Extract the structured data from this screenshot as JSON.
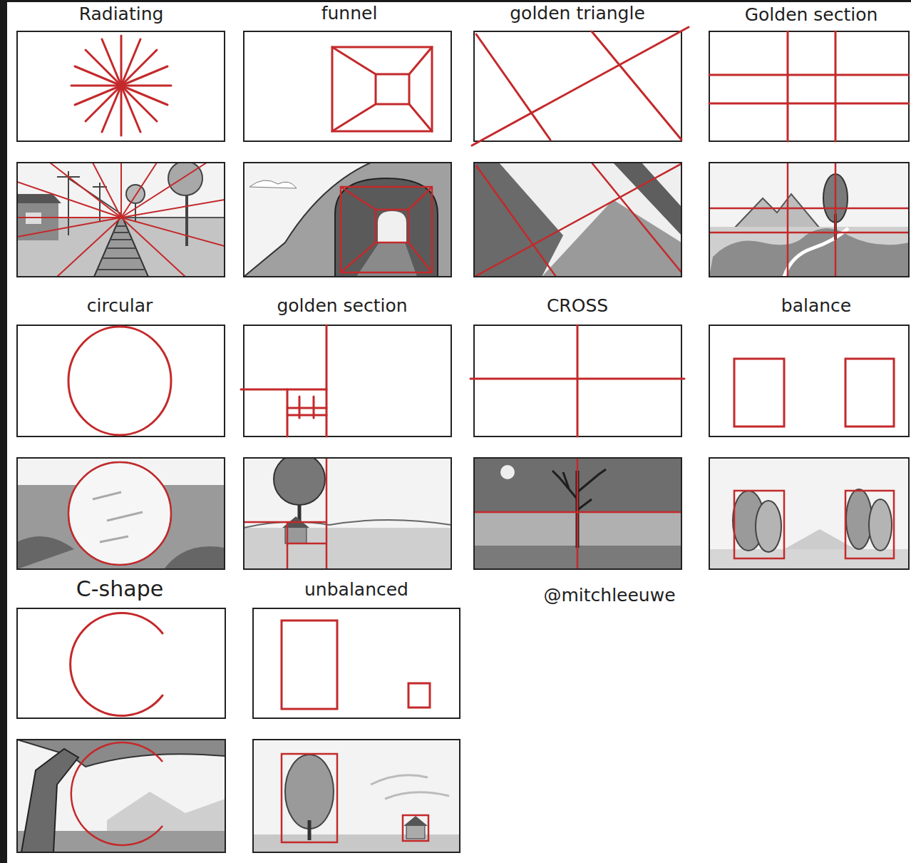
{
  "diagram": {
    "labels": [
      "Radiating",
      "funnel",
      "golden triangle",
      "Golden section",
      "circular",
      "golden section",
      "CROSS",
      "balance",
      "C-shape",
      "unbalanced",
      "@mitchleeuwe"
    ]
  }
}
